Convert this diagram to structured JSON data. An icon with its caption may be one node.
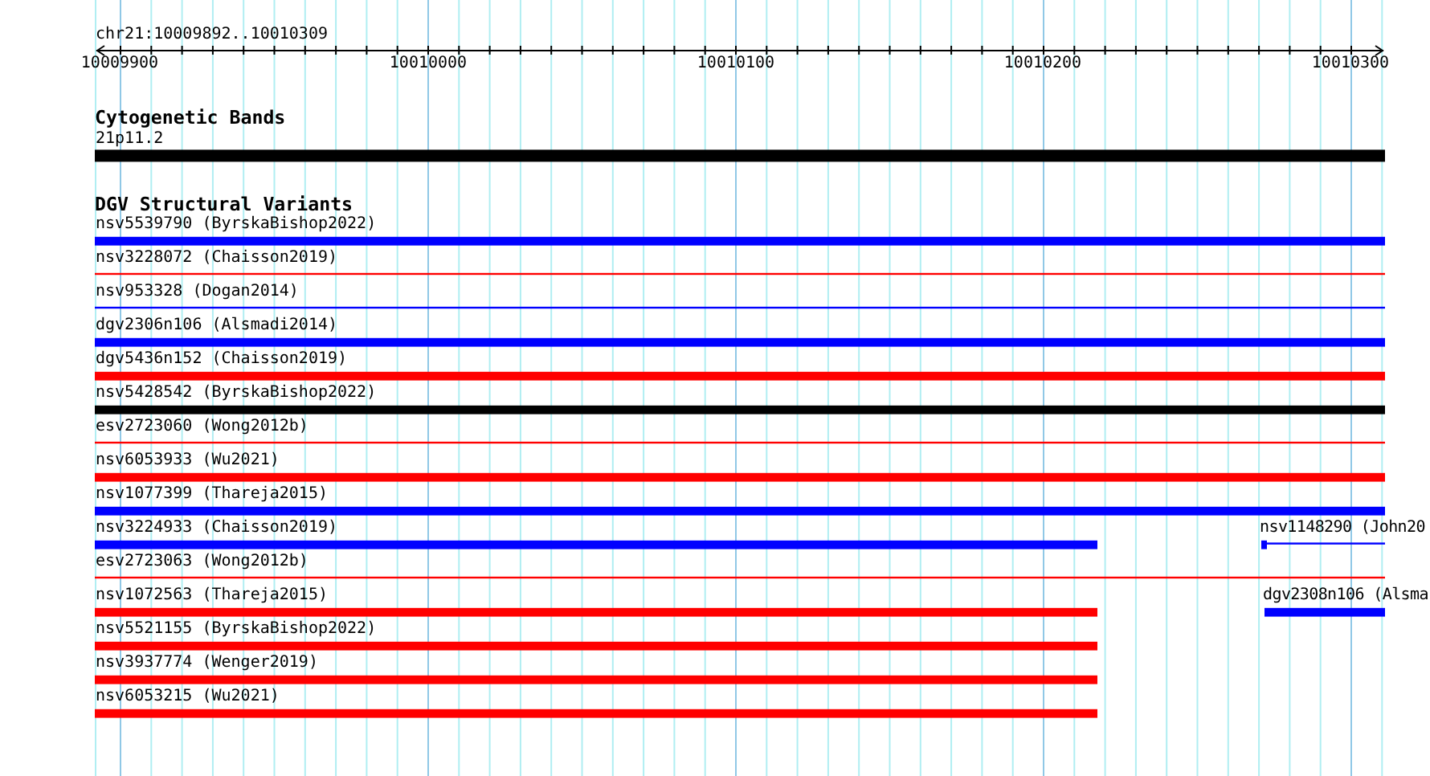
{
  "diagram": {
    "labels": [
      "chr21:10009892..10010309",
      "10009900",
      "10010000",
      "10010100",
      "10010200",
      "10010300",
      "Cytogenetic Bands",
      "21p11.2",
      "DGV Structural Variants",
      "nsv5539790 (ByrskaBishop2022)",
      "nsv3228072 (Chaisson2019)",
      "nsv953328 (Dogan2014)",
      "dgv2306n106 (Alsmadi2014)",
      "dgv5436n152 (Chaisson2019)",
      "nsv5428542 (ByrskaBishop2022)",
      "esv2723060 (Wong2012b)",
      "nsv6053933 (Wu2021)",
      "nsv1077399 (Thareja2015)",
      "nsv3224933 (Chaisson2019)",
      "nsv1148290 (John20",
      "esv2723063 (Wong2012b)",
      "nsv1072563 (Thareja2015)",
      "dgv2308n106 (Alsma",
      "nsv5521155 (ByrskaBishop2022)",
      "nsv3937774 (Wenger2019)",
      "nsv6053215 (Wu2021)"
    ]
  }
}
